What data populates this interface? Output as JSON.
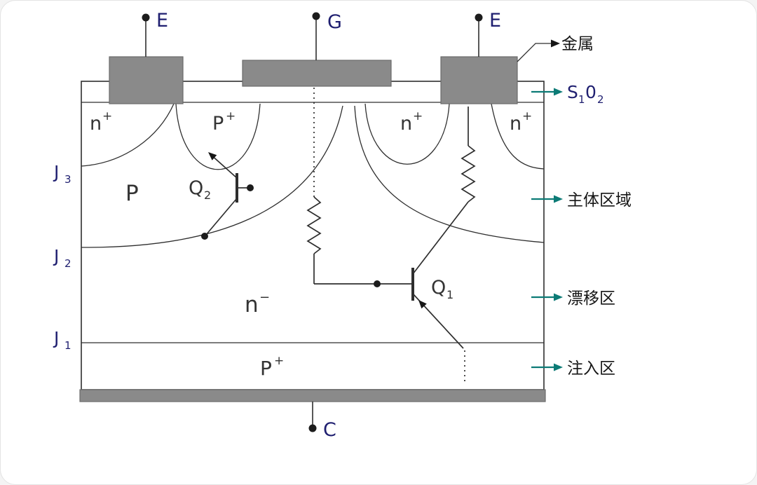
{
  "colors": {
    "background": "#ffffff",
    "metal_gray": "#8a8a8a",
    "line_dark": "#2e2e2e",
    "label_navy": "#1f1f70",
    "label_dark": "#343434",
    "annotation_teal": "#0c7b76",
    "annotation_black": "#161616"
  },
  "terminals": {
    "emitter_left": "E",
    "gate": "G",
    "emitter_right": "E",
    "collector": "C"
  },
  "junction_labels": {
    "j3": {
      "base": "J",
      "sub": "3"
    },
    "j2": {
      "base": "J",
      "sub": "2"
    },
    "j1": {
      "base": "J",
      "sub": "1"
    }
  },
  "region_labels": {
    "n_plus_left": {
      "base": "n",
      "sup": "+"
    },
    "p_plus_top": {
      "base": "P",
      "sup": "+"
    },
    "n_plus_center": {
      "base": "n",
      "sup": "+"
    },
    "n_plus_corner": {
      "base": "n",
      "sup": "+"
    },
    "p_body": "P",
    "n_minus_drift": {
      "base": "n",
      "sup": "−"
    },
    "p_plus_injection": {
      "base": "P",
      "sup": "+"
    }
  },
  "transistor_labels": {
    "q2": {
      "base": "Q",
      "sub": "2"
    },
    "q1": {
      "base": "Q",
      "sub": "1"
    }
  },
  "annotations": {
    "metal": "金属",
    "sio2": {
      "p1": "S",
      "sub1": "1",
      "p2": "0",
      "sub2": "2"
    },
    "body_region": "主体区域",
    "drift_region": "漂移区",
    "injection_region": "注入区"
  }
}
